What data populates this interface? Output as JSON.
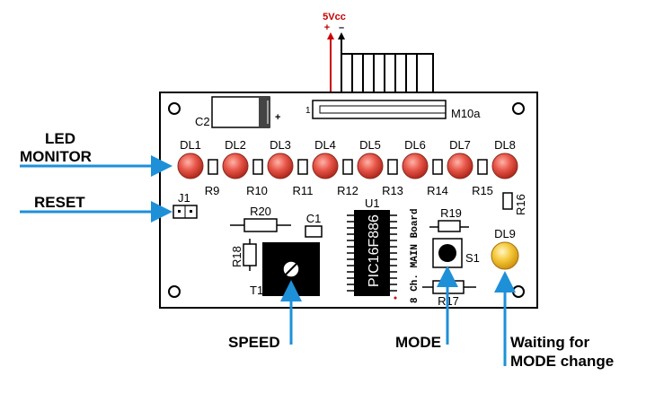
{
  "power": {
    "label": "5Vcc",
    "plus": "+",
    "minus": "–",
    "color": "#c00000"
  },
  "connector": {
    "ref": "M10a",
    "pin1": "1"
  },
  "capacitor_c2": {
    "ref": "C2",
    "polarity": "+"
  },
  "leds": [
    "DL1",
    "DL2",
    "DL3",
    "DL4",
    "DL5",
    "DL6",
    "DL7",
    "DL8"
  ],
  "resistors_row": [
    "R9",
    "R10",
    "R11",
    "R12",
    "R13",
    "R14",
    "R15"
  ],
  "r16": "R16",
  "jumper": "J1",
  "r20": "R20",
  "c1": "C1",
  "r18": "R18",
  "trimmer": "T1",
  "ic": {
    "ref": "U1",
    "part": "PIC16F886"
  },
  "board_name": "8 Ch. MAIN Board",
  "r19": "R19",
  "switch": "S1",
  "r17": "R17",
  "dl9": "DL9",
  "callouts": {
    "led_monitor_1": "LED",
    "led_monitor_2": "MONITOR",
    "reset": "RESET",
    "speed": "SPEED",
    "mode": "MODE",
    "waiting_1": "Waiting for",
    "waiting_2": "MODE change"
  },
  "colors": {
    "arrow": "#1e90d8",
    "led_red": "#e04a3a",
    "led_yellow": "#f0b520",
    "wire_red": "#cc0000"
  }
}
